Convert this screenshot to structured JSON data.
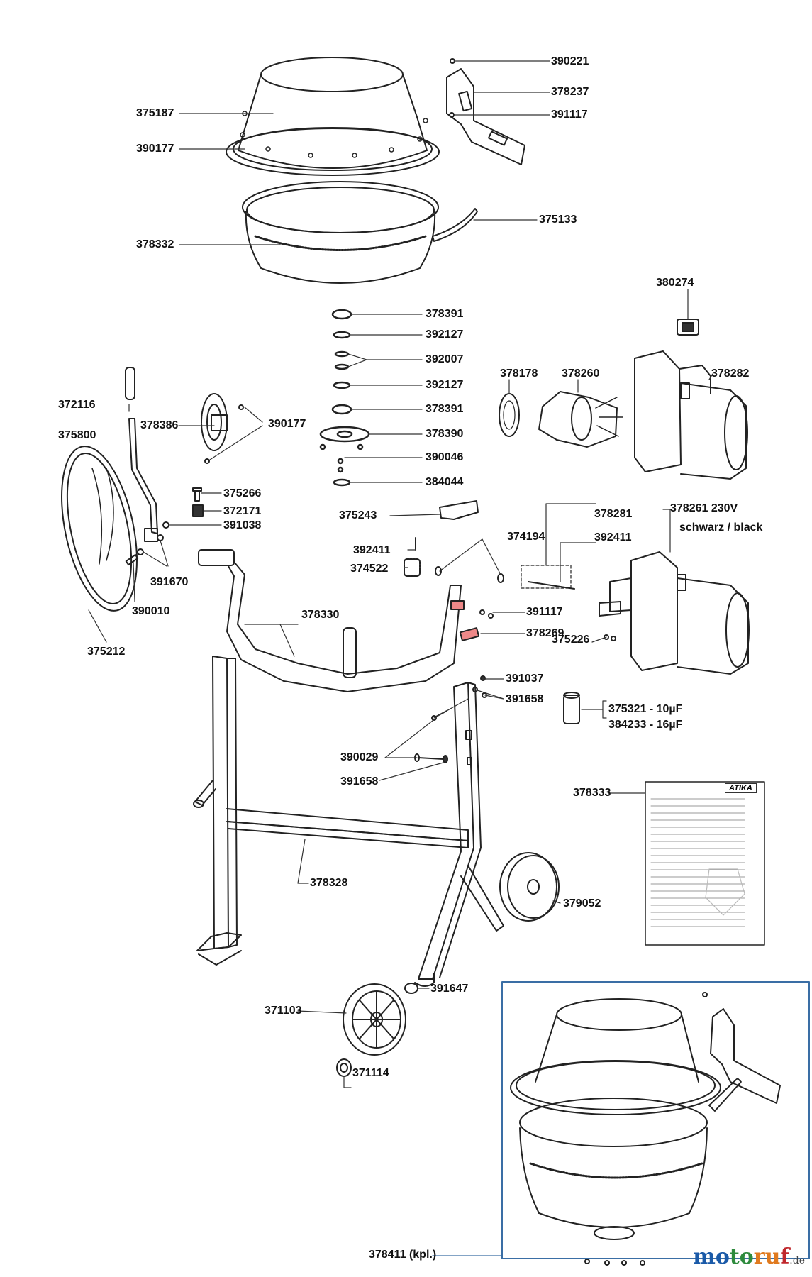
{
  "parts": {
    "p390221": "390221",
    "p378237": "378237",
    "p391117_top": "391117",
    "p375187": "375187",
    "p390177_top": "390177",
    "p375133": "375133",
    "p378332": "378332",
    "p378391_a": "378391",
    "p392127_a": "392127",
    "p392007": "392007",
    "p392127_b": "392127",
    "p378391_b": "378391",
    "p378390": "378390",
    "p390046": "390046",
    "p384044": "384044",
    "p380274": "380274",
    "p378178": "378178",
    "p378260": "378260",
    "p378282": "378282",
    "p372116": "372116",
    "p375800": "375800",
    "p378386": "378386",
    "p390177_mid": "390177",
    "p375266": "375266",
    "p372171": "372171",
    "p391038": "391038",
    "p391670": "391670",
    "p390010": "390010",
    "p375212": "375212",
    "p375243": "375243",
    "p378281": "378281",
    "p392411_a": "392411",
    "p378261_a": "378261 230V",
    "p378261_b": "schwarz / black",
    "p392411_b": "392411",
    "p374194": "374194",
    "p374522": "374522",
    "p378330": "378330",
    "p391117_mid": "391117",
    "p378269": "378269",
    "p375226": "375226",
    "p391037": "391037",
    "p391658_a": "391658",
    "p375321": "375321 - 10µF",
    "p384233": "384233 - 16µF",
    "p390029": "390029",
    "p391658_b": "391658",
    "p378333": "378333",
    "p378328": "378328",
    "p379052": "379052",
    "p391647": "391647",
    "p371103": "371103",
    "p371114": "371114",
    "p378411": "378411 (kpl.)"
  },
  "manual": {
    "brand": "ATIKA"
  },
  "watermark": {
    "name": "motoruf",
    "tld": ".de",
    "colors": [
      "#1a5aa8",
      "#2e8b3d",
      "#e07a1f",
      "#c0282d"
    ]
  },
  "colors": {
    "line": "#222222",
    "frame_blue": "#3a6ea5"
  }
}
